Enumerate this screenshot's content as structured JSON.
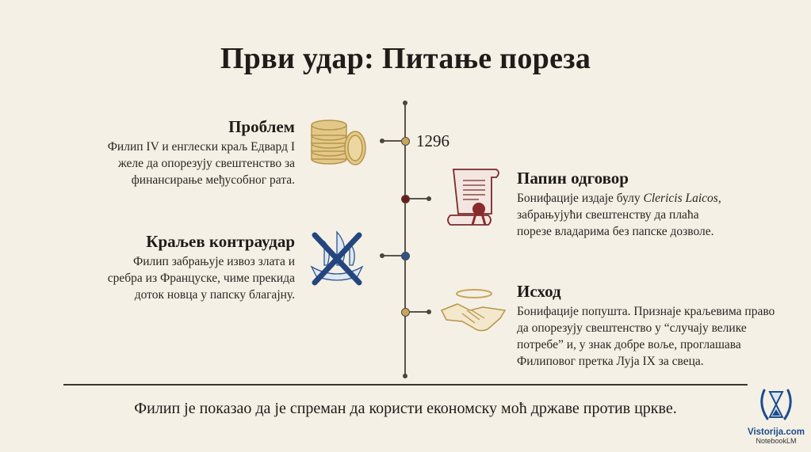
{
  "title": "Први удар: Питање пореза",
  "timeline": {
    "year": "1296",
    "colors": {
      "gold": "#c9a55a",
      "maroon": "#6e1a1d",
      "blue": "#2c5490"
    }
  },
  "events": [
    {
      "heading": "Проблем",
      "lines": [
        "Филип IV и енглески краљ Едвард I",
        "желе да опорезују свештенство за",
        "финансирање међусобног рата."
      ],
      "icon": "coins-icon"
    },
    {
      "heading": "Папин одговор",
      "line1_pre": "Бонифације издаје булу ",
      "line1_italic": "Clericis Laicos",
      "line1_post": ",",
      "lines": [
        "забрањујући свештенству да плаћа",
        "порезе владарима без папске дозволе."
      ],
      "icon": "papal-bull-scroll-icon"
    },
    {
      "heading": "Краљев контраудар",
      "lines": [
        "Филип забрањује извоз злата и",
        "сребра из Француске, чиме прекида",
        "доток новца у папску благајну."
      ],
      "icon": "crossed-ship-icon"
    },
    {
      "heading": "Исход",
      "lines": [
        "Бонифације попушта. Признаје краљевима право",
        "да опорезују свештенство у “случају велике",
        "потребе” и, у знак добре воље, проглашава",
        "Филиповог претка Луја IX за свеца."
      ],
      "icon": "handshake-halo-icon"
    }
  ],
  "footer": "Филип је показао да је спреман да користи економску моћ државе против цркве.",
  "logo": {
    "site": "Vistorija.com",
    "powered": "NotebookLM"
  }
}
